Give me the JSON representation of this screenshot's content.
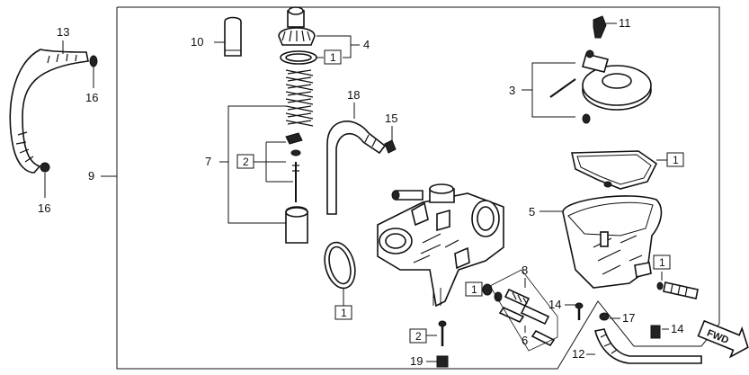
{
  "diagram": {
    "callouts": {
      "p1": "1",
      "p2": "2",
      "p3": "3",
      "p4": "4",
      "p5": "5",
      "p6": "6",
      "p7": "7",
      "p8": "8",
      "p9": "9",
      "p10": "10",
      "p11": "11",
      "p12": "12",
      "p13": "13",
      "p14": "14",
      "p15": "15",
      "p16": "16",
      "p17": "17",
      "p18": "18",
      "p19": "19"
    },
    "direction_label": "FWD"
  }
}
